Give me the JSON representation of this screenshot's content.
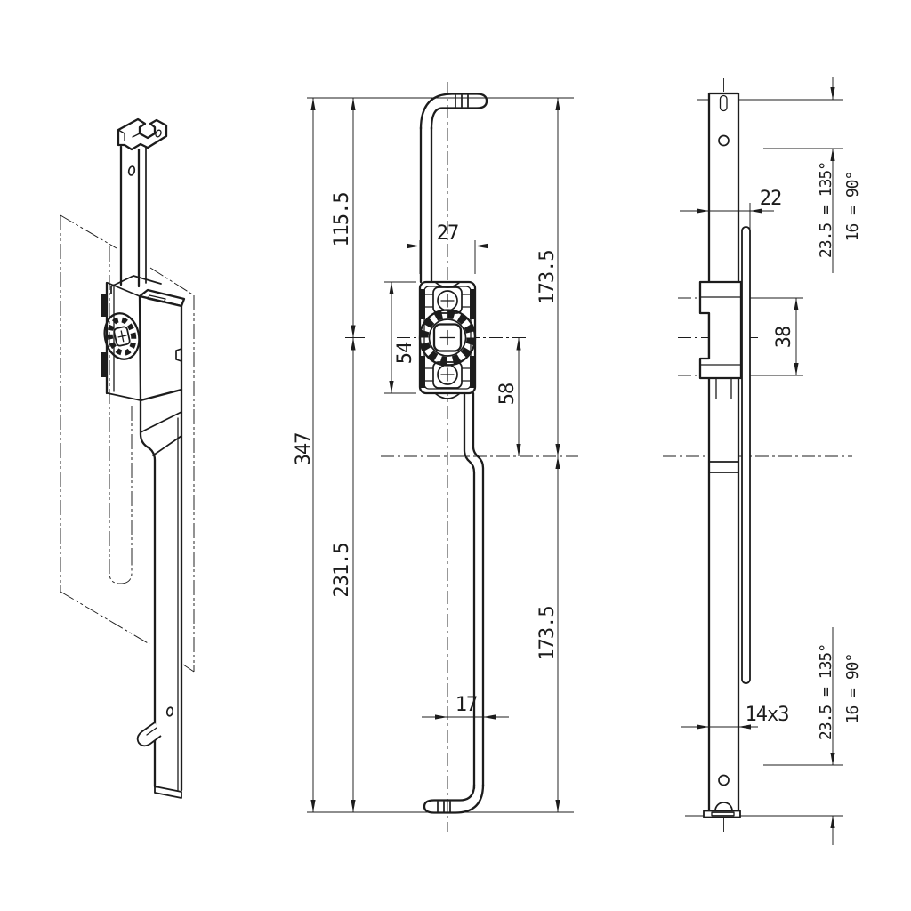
{
  "dimensions": {
    "front": {
      "total_height": "347",
      "top_to_center": "115.5",
      "center_to_bottom": "231.5",
      "case_width": "27",
      "case_height": "54",
      "center_to_offset": "58",
      "top_to_offset": "173.5",
      "offset_to_bottom": "173.5",
      "foot_offset": "17"
    },
    "side": {
      "width_with_rod": "22",
      "screw_distance": "38",
      "rod_cross_section": "14x3",
      "top_extension": {
        "at_135": "23.5 = 135°",
        "at_90": "16 = 90°"
      },
      "bottom_extension": {
        "at_135": "23.5 = 135°",
        "at_90": "16 = 90°"
      }
    }
  },
  "colors": {
    "line": "#1c1c1c",
    "background": "#ffffff"
  }
}
